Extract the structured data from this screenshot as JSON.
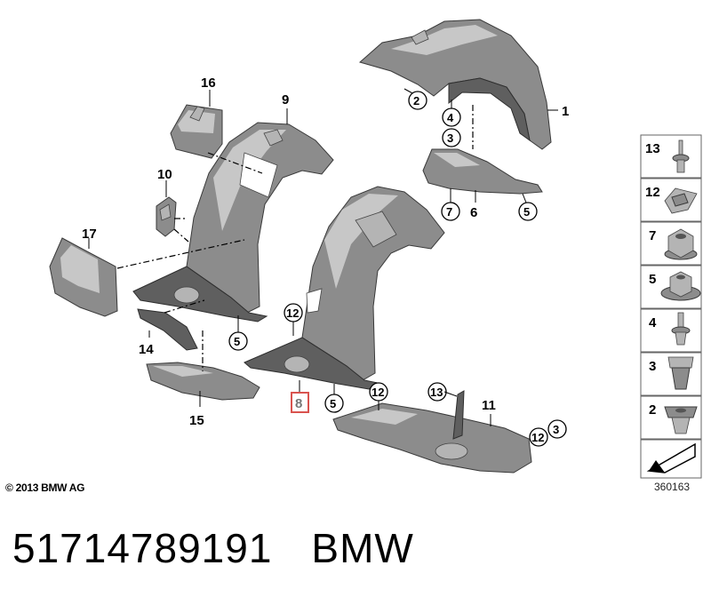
{
  "labels": {
    "p1": "1",
    "p2": "2",
    "p3": "3",
    "p4": "4",
    "p5a": "5",
    "p5b": "5",
    "p5c": "5",
    "p6": "6",
    "p7": "7",
    "p8": "8",
    "p9": "9",
    "p10": "10",
    "p11": "11",
    "p12a": "12",
    "p12b": "12",
    "p12c": "12",
    "p13": "13",
    "p3b": "3",
    "p14": "14",
    "p15": "15",
    "p16": "16",
    "p17": "17"
  },
  "legend": [
    "13",
    "12",
    "7",
    "5",
    "4",
    "3",
    "2"
  ],
  "copyright": "© 2013 BMW AG",
  "drawing_number": "360163",
  "caption": {
    "part_number": "51714789191",
    "brand": "BMW"
  },
  "colors": {
    "part": "#8c8c8c",
    "highlight_box": "#d9534f"
  }
}
